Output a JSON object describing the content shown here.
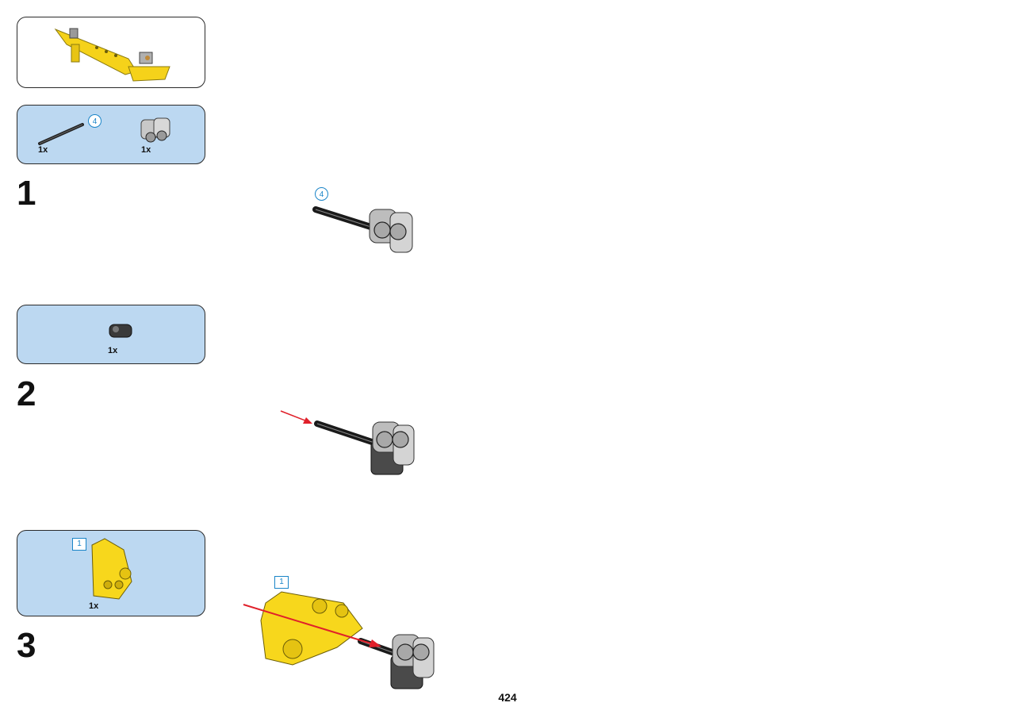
{
  "preview": {
    "icon": "yellow-assembly-preview"
  },
  "parts_list_1": {
    "axle_length": "4",
    "items": [
      {
        "icon": "black-axle-icon",
        "qty": "1x"
      },
      {
        "icon": "gray-double-connector-icon",
        "qty": "1x"
      }
    ]
  },
  "step_1": {
    "number": "1",
    "axle_length": "4"
  },
  "parts_list_2": {
    "items": [
      {
        "icon": "black-connector-icon",
        "qty": "1x"
      }
    ]
  },
  "step_2": {
    "number": "2",
    "arrow_color": "#e0202a"
  },
  "parts_list_3": {
    "submodel": "1",
    "items": [
      {
        "icon": "yellow-panel-icon",
        "qty": "1x"
      }
    ]
  },
  "step_3": {
    "number": "3",
    "submodel": "1",
    "arrow_color": "#e0202a"
  },
  "page": {
    "number": "424"
  },
  "colors": {
    "callout_bg": "#bcd8f1",
    "badge": "#1a85c8",
    "yellow": "#f7d71c"
  }
}
